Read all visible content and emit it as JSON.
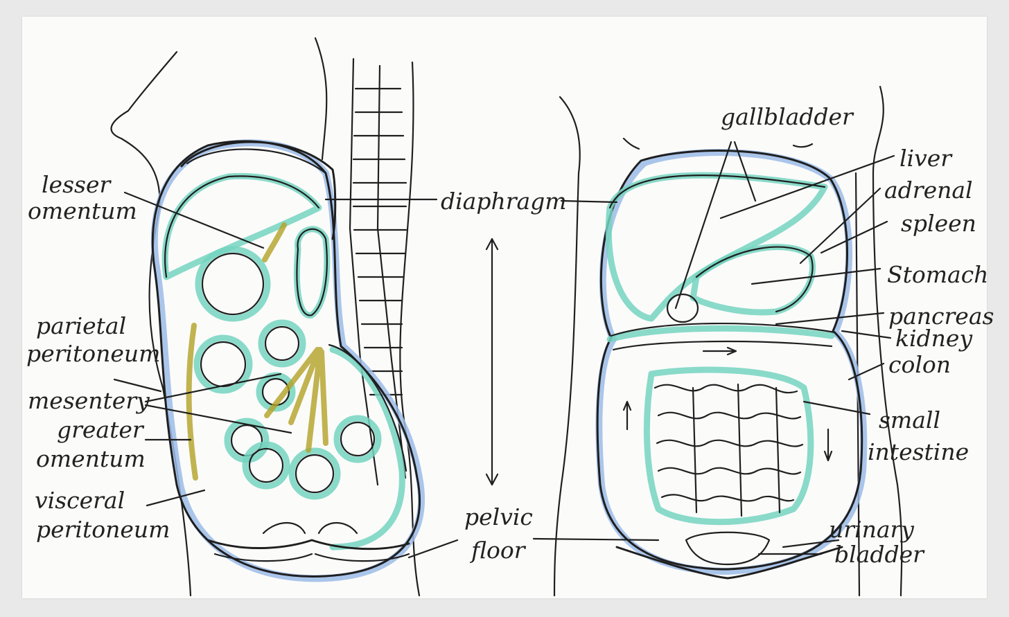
{
  "labels": {
    "lesser": "lesser",
    "omentum_1": "omentum",
    "parietal": "parietal",
    "peritoneum_1": "peritoneum",
    "mesentery": "mesentery",
    "greater": "greater",
    "omentum_2": "omentum",
    "visceral": "visceral",
    "peritoneum_2": "peritoneum",
    "diaphragm": "diaphragm",
    "pelvic": "pelvic",
    "floor": "floor",
    "gallbladder": "gallbladder",
    "liver": "liver",
    "adrenal": "adrenal",
    "spleen": "spleen",
    "stomach": "Stomach",
    "pancreas": "pancreas",
    "kidney": "kidney",
    "colon": "colon",
    "small": "small",
    "intestine": "intestine",
    "urinary": "urinary",
    "bladder": "bladder"
  },
  "colors": {
    "paper": "#fbfbfa",
    "ink": "#1f1f1f",
    "peritoneum_teal": "#74d3c0",
    "outline_blue": "#9bbbe6",
    "mesentery_gold": "#b3a126"
  }
}
